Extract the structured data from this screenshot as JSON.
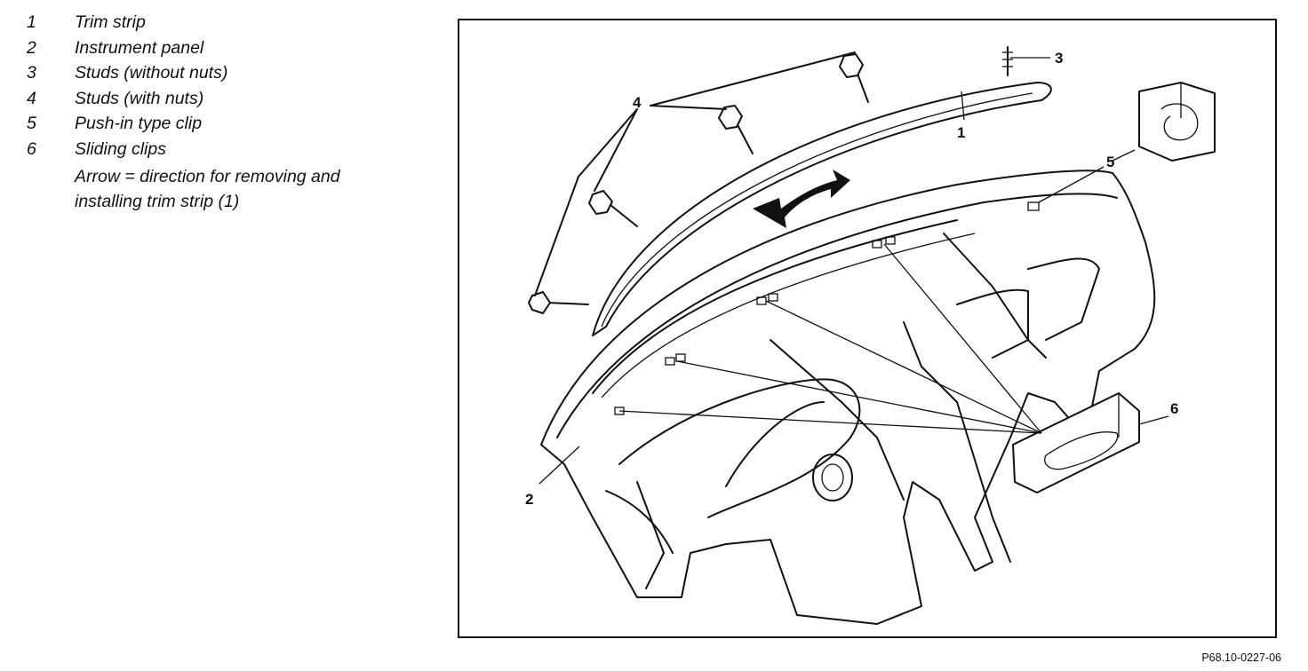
{
  "legend": {
    "items": [
      {
        "num": "1",
        "label": "Trim strip"
      },
      {
        "num": "2",
        "label": "Instrument panel"
      },
      {
        "num": "3",
        "label": "Studs (without nuts)"
      },
      {
        "num": "4",
        "label": "Studs (with nuts)"
      },
      {
        "num": "5",
        "label": "Push-in type clip"
      },
      {
        "num": "6",
        "label": "Sliding clips"
      }
    ],
    "note_line1": "Arrow = direction for removing and",
    "note_line2": "installing trim strip (1)"
  },
  "figure": {
    "callouts": {
      "c1": "1",
      "c2": "2",
      "c3": "3",
      "c4": "4",
      "c5": "5",
      "c6": "6"
    },
    "reference_code": "P68.10-0227-06"
  }
}
